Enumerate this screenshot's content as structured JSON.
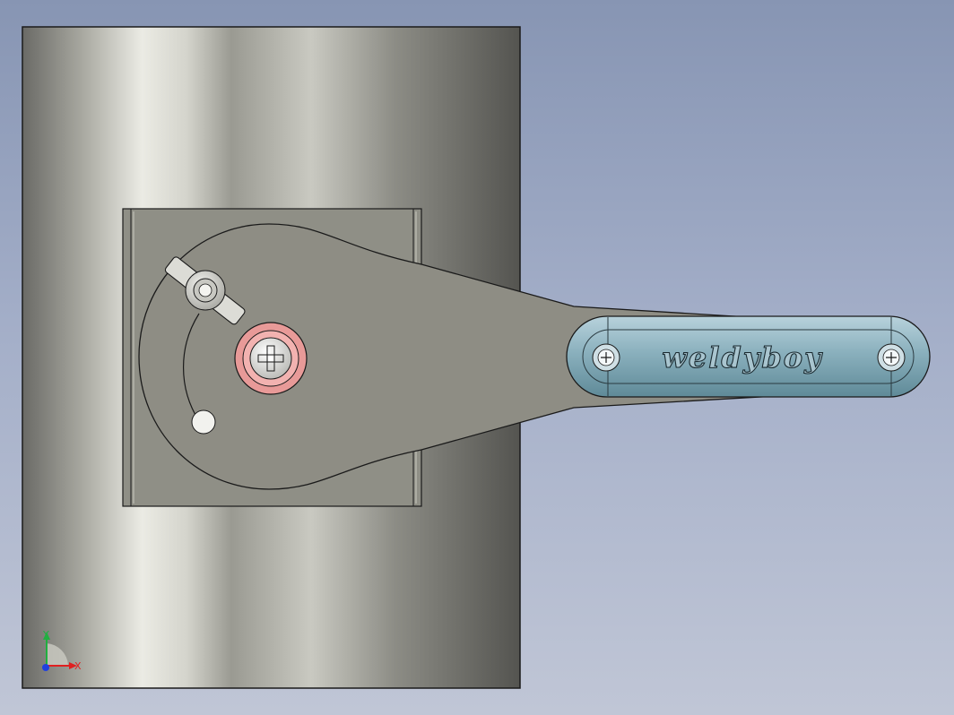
{
  "model": {
    "handle_text": "weldyboy",
    "parts": {
      "pipe": "pipe",
      "mounting_plate": "mounting-plate",
      "damper_lever": "damper-lever",
      "grip": "weldyboy-grip",
      "wing_nut": "wing-nut",
      "pivot_bolt": "pivot-bolt",
      "stop_pin": "stop-pin"
    }
  },
  "triad": {
    "x_label": "X",
    "y_label": "Y",
    "x_color": "#e02020",
    "y_color": "#20b040",
    "z_color": "#2040e0"
  },
  "colors": {
    "background_top": "#8795b3",
    "background_bottom": "#c0c6d6",
    "pipe_light": "#e6e6df",
    "pipe_dark": "#5e5e5a",
    "plate": "#8f8f86",
    "lever": "#8e8d84",
    "grip": "#8fb3c0",
    "bolt_ring": "#e89a98",
    "outline": "#1a1a1a"
  },
  "icons": {
    "axis_triad": "xyz-axis-triad-icon",
    "screw": "phillips-screw-icon"
  }
}
